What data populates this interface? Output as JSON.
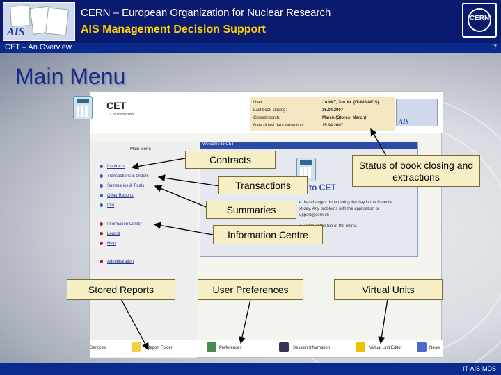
{
  "header": {
    "line1": "CERN – European Organization for Nuclear Research",
    "line2": "AIS Management Decision Support",
    "ais_logo_text": "AIS",
    "cern_logo_text": "CERN"
  },
  "subbar": {
    "left": "CET – An Overview",
    "page_number": "7"
  },
  "title": "Main Menu",
  "app": {
    "name": "CET",
    "subtitle": "2.2a Production",
    "user_info": {
      "labels": [
        "User:",
        "Last book closing:",
        "Closed month:",
        "Date of last data extraction:"
      ],
      "values": [
        "JANKT, Jan Mr. (IT-AIS-MDS)",
        "15.04.2007",
        "March (Stores: March)",
        "15.04.2007"
      ]
    },
    "mini_ais_text": "AIS",
    "menu_title": "Main Menu",
    "menu_items": [
      {
        "label": "Contracts",
        "color": "#2d6ab0"
      },
      {
        "label": "Transactions & Orders",
        "color": "#2d6ab0"
      },
      {
        "label": "Summaries & Totals",
        "color": "#2d6ab0"
      },
      {
        "label": "Other Reports",
        "color": "#2d6ab0"
      },
      {
        "label": "Info",
        "color": "#2d6ab0"
      },
      {
        "label": "Information Center",
        "color": "#b02020"
      },
      {
        "label": "Logout",
        "color": "#b02020"
      },
      {
        "label": "Help",
        "color": "#b02020"
      },
      {
        "label": "Administration",
        "color": "#b02020"
      }
    ],
    "welcome_bar": "Welcome to CET",
    "welcome_heading": "e to CET",
    "welcome_lines": [
      "e that changes done during the day in the financial",
      "xt day. Any problems with the application or",
      "upport@cern.ch",
      "e visible at the top of the menu."
    ],
    "bottom_items": [
      "Services",
      "Report Folder",
      "Preferences",
      "Session Information",
      "Virtual Unit Editor",
      "News"
    ]
  },
  "callouts": {
    "contracts": "Contracts",
    "transactions": "Transactions",
    "summaries": "Summaries",
    "information_centre": "Information Centre",
    "status": "Status of book closing and extractions",
    "stored_reports": "Stored Reports",
    "user_preferences": "User Preferences",
    "virtual_units": "Virtual Units"
  },
  "footer": {
    "right": "IT-AIS-MDS"
  },
  "colors": {
    "header_bg": "#0a1a6e",
    "accent_yellow": "#ffd400",
    "callout_bg": "#f6eec5",
    "title_blue": "#1a2a86"
  }
}
